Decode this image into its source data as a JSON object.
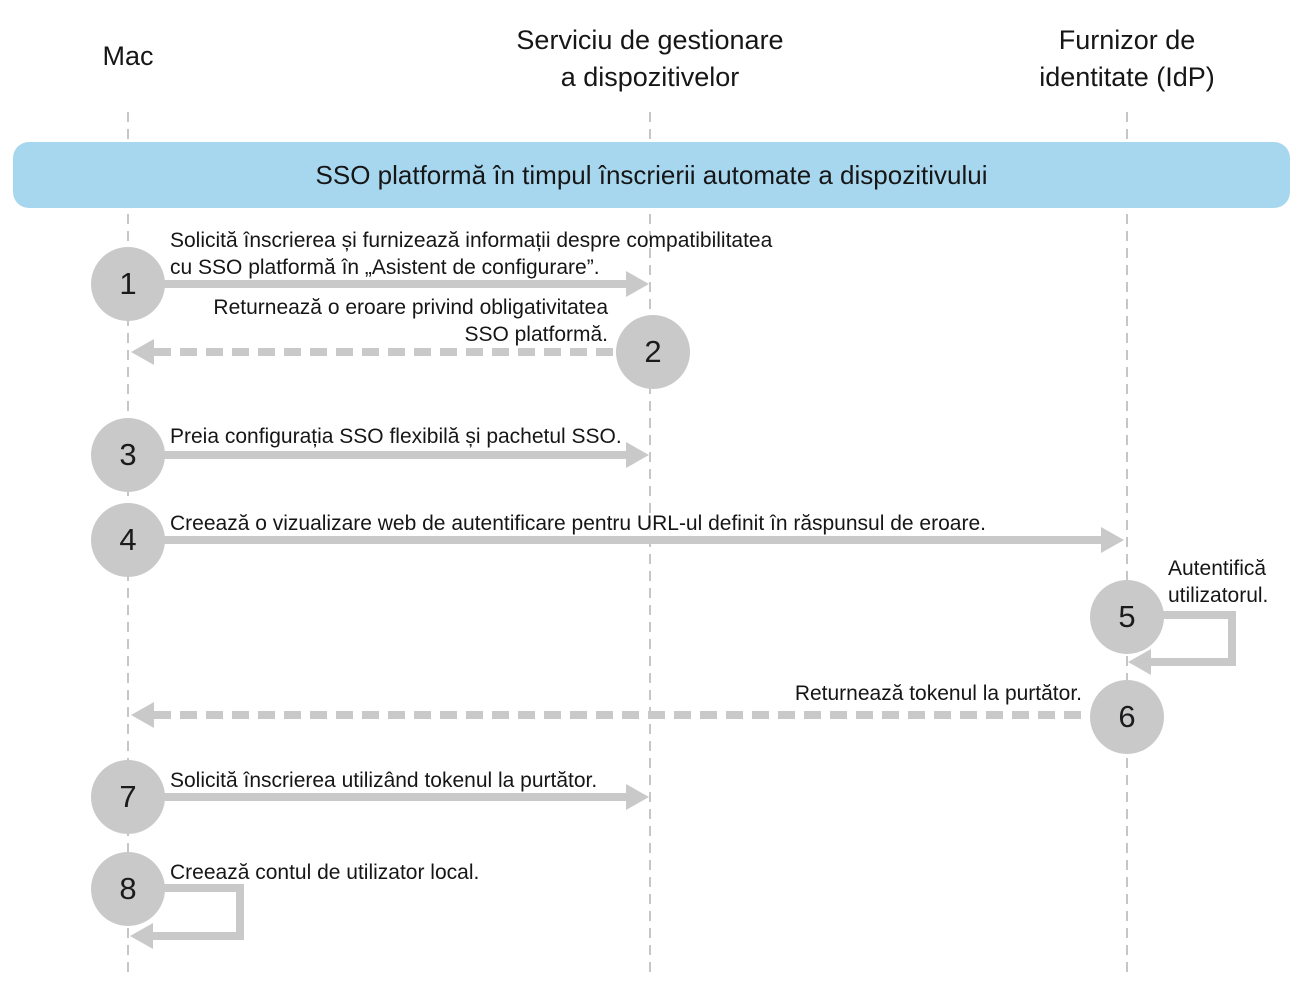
{
  "colors": {
    "banner_blue": "#A7D7EE",
    "shape_gray": "#C9C9C9",
    "lifeline_gray": "#C6C6C6",
    "text_black": "#161617"
  },
  "actors": {
    "mac": "Mac",
    "mdm_line1": "Serviciu de gestionare",
    "mdm_line2": "a dispozitivelor",
    "idp_line1": "Furnizor de",
    "idp_line2": "identitate (IdP)"
  },
  "banner": {
    "label": "SSO platformă în timpul înscrierii automate a dispozitivului"
  },
  "steps": {
    "s1": {
      "num": "1",
      "line1": "Solicită înscrierea și furnizează informații despre compatibilitatea",
      "line2": "cu SSO platformă în „Asistent de configurare”."
    },
    "s2": {
      "num": "2",
      "line1": "Returnează o eroare privind obligativitatea",
      "line2": "SSO platformă."
    },
    "s3": {
      "num": "3",
      "label": "Preia configurația SSO flexibilă și pachetul SSO."
    },
    "s4": {
      "num": "4",
      "label": "Creează o vizualizare web de autentificare pentru URL-ul definit în răspunsul de eroare."
    },
    "s5": {
      "num": "5",
      "line1": "Autentifică",
      "line2": "utilizatorul."
    },
    "s6": {
      "num": "6",
      "label": "Returnează tokenul la purtător."
    },
    "s7": {
      "num": "7",
      "label": "Solicită înscrierea utilizând tokenul la purtător."
    },
    "s8": {
      "num": "8",
      "label": "Creează contul de utilizator local."
    }
  }
}
